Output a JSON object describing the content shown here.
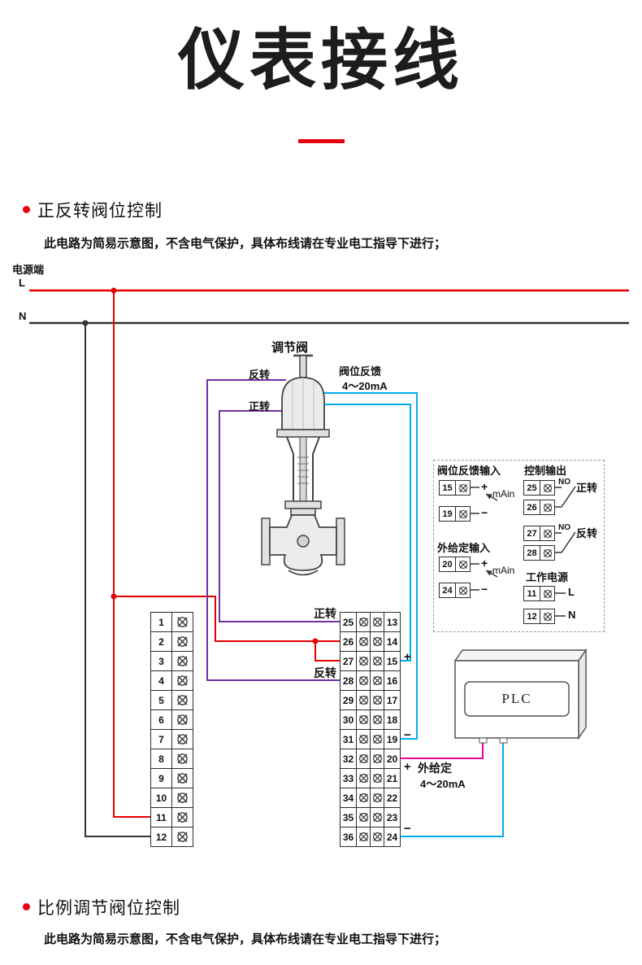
{
  "title": "仪表接线",
  "sections": {
    "s1": {
      "heading": "正反转阀位控制",
      "note": "此电路为简易示意图，不含电气保护，具体布线请在专业电工指导下进行；"
    },
    "s2": {
      "heading": "比例调节阀位控制",
      "note": "此电路为简易示意图，不含电气保护，具体布线请在专业电工指导下进行；"
    }
  },
  "power": {
    "terminal_label": "电源端",
    "live": "L",
    "neutral": "N"
  },
  "valve": {
    "name": "调节阀",
    "reverse": "反转",
    "forward": "正转",
    "feedback": "阀位反馈",
    "feedback_range": "4～20mA"
  },
  "strips": {
    "left_numbers": [
      "1",
      "2",
      "3",
      "4",
      "5",
      "6",
      "7",
      "8",
      "9",
      "10",
      "11",
      "12"
    ],
    "mid_numbers": [
      "25",
      "26",
      "27",
      "28",
      "29",
      "30",
      "31",
      "32",
      "33",
      "34",
      "35",
      "36"
    ],
    "right_numbers": [
      "13",
      "14",
      "15",
      "16",
      "17",
      "18",
      "19",
      "20",
      "21",
      "22",
      "23",
      "24"
    ]
  },
  "wiring_labels": {
    "forward": "正转",
    "reverse": "反转",
    "feedback_plus": "+",
    "feedback_minus": "−",
    "setpoint_plus": "+",
    "setpoint_minus": "−",
    "setpoint": "外给定",
    "setpoint_range": "4～20mA"
  },
  "panel": {
    "feedback": {
      "title": "阀位反馈输入",
      "t_plus": "15",
      "t_minus": "19",
      "plus": "+",
      "minus": "−",
      "ma": "mAin"
    },
    "control": {
      "title": "控制输出",
      "no_label": "NO",
      "forward": {
        "t_no": "25",
        "t_com": "26",
        "label": "正转"
      },
      "reverse": {
        "t_no": "27",
        "t_com": "28",
        "label": "反转"
      }
    },
    "setpoint": {
      "title": "外给定输入",
      "t_plus": "20",
      "t_minus": "24",
      "plus": "+",
      "minus": "−",
      "ma": "mAin"
    },
    "supply": {
      "title": "工作电源",
      "t_live": "11",
      "t_neutral": "12",
      "live": "L",
      "neutral": "N"
    }
  },
  "plc": {
    "label": "PLC"
  },
  "colors": {
    "accent_red": "#e60012",
    "wire_live": "#e60000",
    "wire_neutral": "#333333",
    "wire_motor": "#7030a0",
    "wire_signal": "#00b0f0",
    "wire_setpoint": "#ee00a0"
  }
}
